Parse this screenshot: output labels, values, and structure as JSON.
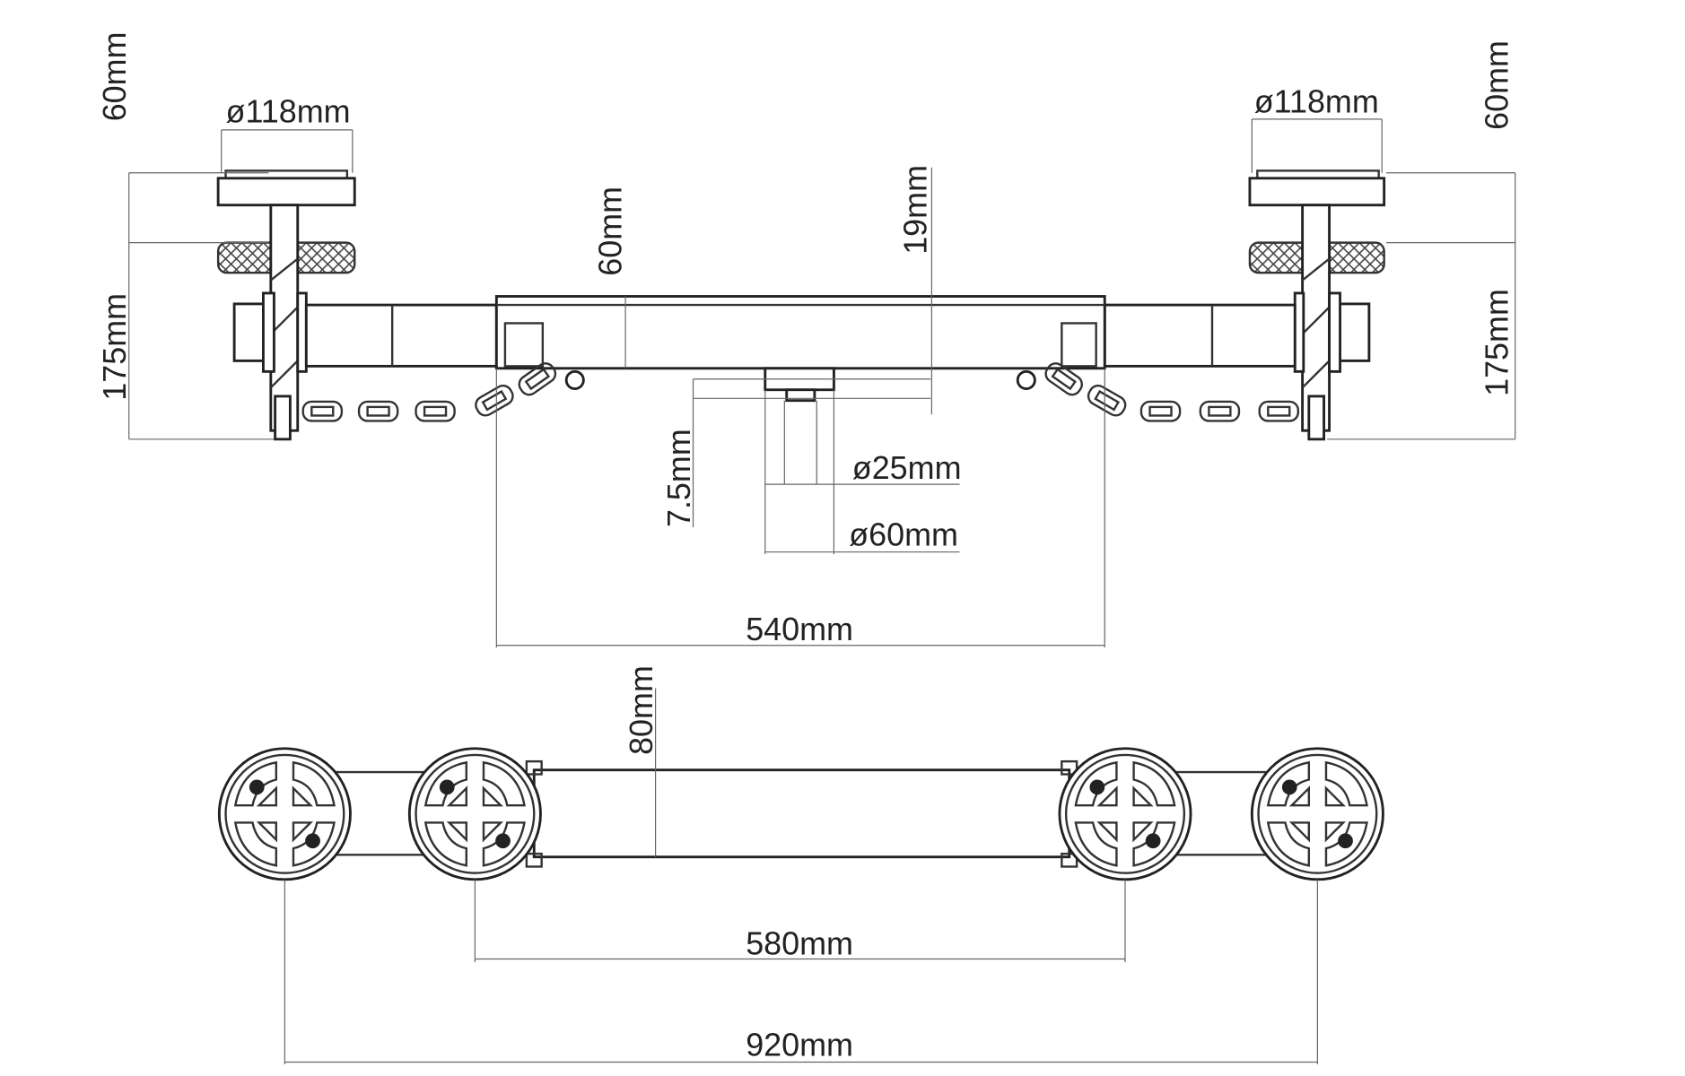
{
  "title": "Camera slider dimension drawing",
  "top_view": {
    "left_cap_height": "60mm",
    "left_disc_diameter": "ø118mm",
    "left_height": "175mm",
    "center_height": "60mm",
    "rail_offset": "19mm",
    "pin_height": "7.5mm",
    "pin_diameter": "ø25mm",
    "base_diameter": "ø60mm",
    "center_length": "540mm",
    "right_disc_diameter": "ø118mm",
    "right_cap_height": "60mm",
    "right_height": "175mm"
  },
  "bottom_view": {
    "width": "80mm",
    "inner_span": "580mm",
    "outer_span": "920mm"
  },
  "colors": {
    "line": "#333333",
    "dimension": "#666666",
    "background": "#ffffff"
  }
}
